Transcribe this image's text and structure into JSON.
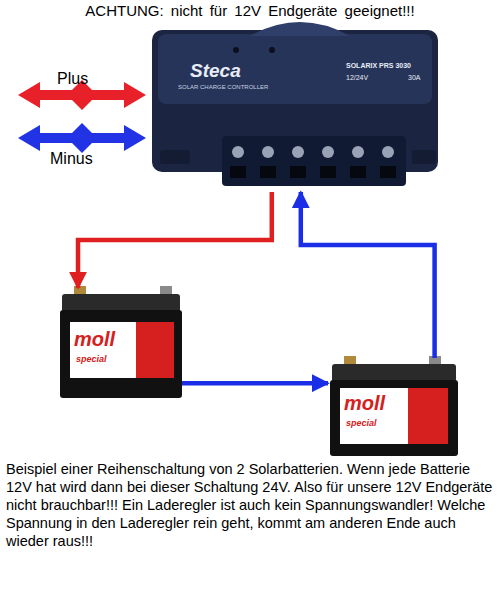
{
  "diagram": {
    "title": "ACHTUNG: nicht für 12V Endgeräte geeignet!!!",
    "caption": "Beispiel einer Reihenschaltung von 2 Solarbatterien. Wenn jede Batterie 12V hat wird dann bei dieser Schaltung 24V. Also für unsere 12V Endgeräte nicht brauchbar!!! Ein Laderegler ist auch kein Spannungswandler! Welche Spannung in den Laderegler rein geht, kommt am anderen Ende auch wieder raus!!!",
    "nodes": [
      {
        "text": [
          "Steca",
          "SOLAR CHARGE CONTROLLER",
          "SOLARIX PRS 3030",
          "12/24V",
          "30A"
        ]
      },
      {
        "text": [
          "moll",
          "special"
        ]
      },
      {
        "text": [
          "moll",
          "special"
        ]
      }
    ],
    "edges": [
      {
        "from": 0,
        "to": 1,
        "arrow": "to"
      },
      {
        "from": 2,
        "to": 0,
        "arrow": "to"
      },
      {
        "from": 1,
        "to": 2,
        "arrow": "to"
      }
    ],
    "labels": [
      "Plus",
      "Minus"
    ]
  }
}
